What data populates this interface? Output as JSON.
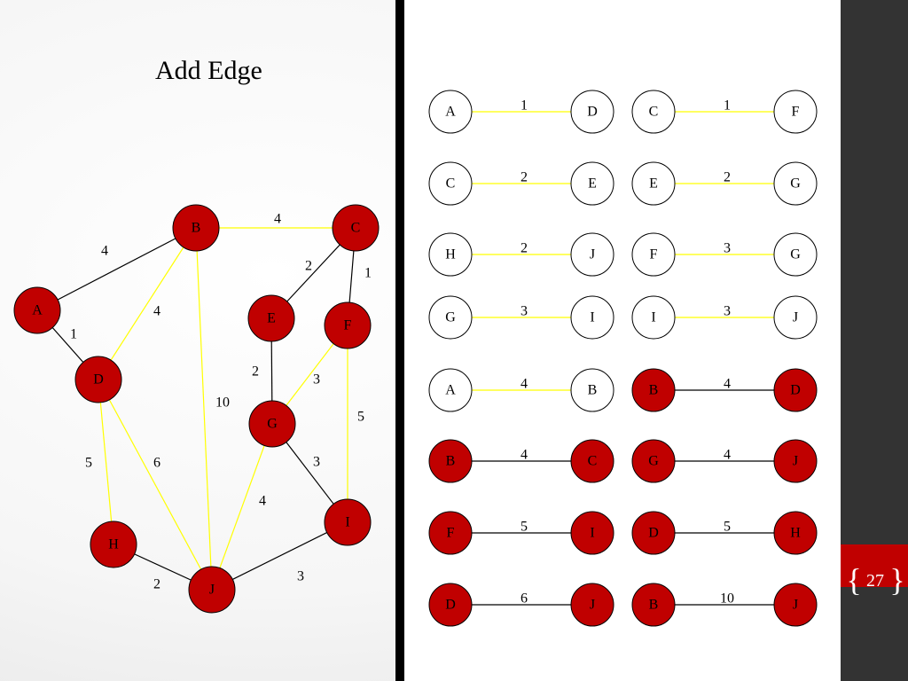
{
  "slide": {
    "title": "Add Edge",
    "page_number": "27",
    "colors": {
      "node_selected": "#c00000",
      "node_unselected": "#ffffff",
      "edge_highlight": "#ffff00",
      "edge_normal": "#000000",
      "right_bar": "#333333",
      "page_badge": "#c00000"
    }
  },
  "graph": {
    "nodes": [
      {
        "id": "A",
        "label": "A"
      },
      {
        "id": "B",
        "label": "B"
      },
      {
        "id": "C",
        "label": "C"
      },
      {
        "id": "D",
        "label": "D"
      },
      {
        "id": "E",
        "label": "E"
      },
      {
        "id": "F",
        "label": "F"
      },
      {
        "id": "G",
        "label": "G"
      },
      {
        "id": "H",
        "label": "H"
      },
      {
        "id": "I",
        "label": "I"
      },
      {
        "id": "J",
        "label": "J"
      }
    ],
    "edges": [
      {
        "from": "A",
        "to": "B",
        "weight": "4",
        "highlighted": false
      },
      {
        "from": "A",
        "to": "D",
        "weight": "1",
        "highlighted": false
      },
      {
        "from": "B",
        "to": "C",
        "weight": "4",
        "highlighted": true
      },
      {
        "from": "B",
        "to": "D",
        "weight": "4",
        "highlighted": true
      },
      {
        "from": "B",
        "to": "J",
        "weight": "10",
        "highlighted": true
      },
      {
        "from": "C",
        "to": "E",
        "weight": "2",
        "highlighted": false
      },
      {
        "from": "C",
        "to": "F",
        "weight": "1",
        "highlighted": false
      },
      {
        "from": "E",
        "to": "G",
        "weight": "2",
        "highlighted": false
      },
      {
        "from": "F",
        "to": "G",
        "weight": "3",
        "highlighted": true
      },
      {
        "from": "F",
        "to": "I",
        "weight": "5",
        "highlighted": true
      },
      {
        "from": "D",
        "to": "H",
        "weight": "5",
        "highlighted": true
      },
      {
        "from": "D",
        "to": "J",
        "weight": "6",
        "highlighted": true
      },
      {
        "from": "G",
        "to": "I",
        "weight": "3",
        "highlighted": false
      },
      {
        "from": "G",
        "to": "J",
        "weight": "4",
        "highlighted": true
      },
      {
        "from": "H",
        "to": "J",
        "weight": "2",
        "highlighted": false
      },
      {
        "from": "I",
        "to": "J",
        "weight": "3",
        "highlighted": false
      }
    ]
  },
  "edge_list": [
    {
      "from": "A",
      "to": "D",
      "weight": "1",
      "selected": false
    },
    {
      "from": "C",
      "to": "F",
      "weight": "1",
      "selected": false
    },
    {
      "from": "C",
      "to": "E",
      "weight": "2",
      "selected": false
    },
    {
      "from": "E",
      "to": "G",
      "weight": "2",
      "selected": false
    },
    {
      "from": "H",
      "to": "J",
      "weight": "2",
      "selected": false
    },
    {
      "from": "F",
      "to": "G",
      "weight": "3",
      "selected": false
    },
    {
      "from": "G",
      "to": "I",
      "weight": "3",
      "selected": false
    },
    {
      "from": "I",
      "to": "J",
      "weight": "3",
      "selected": false
    },
    {
      "from": "A",
      "to": "B",
      "weight": "4",
      "selected": false
    },
    {
      "from": "B",
      "to": "D",
      "weight": "4",
      "selected": true
    },
    {
      "from": "B",
      "to": "C",
      "weight": "4",
      "selected": true
    },
    {
      "from": "G",
      "to": "J",
      "weight": "4",
      "selected": true
    },
    {
      "from": "F",
      "to": "I",
      "weight": "5",
      "selected": true
    },
    {
      "from": "D",
      "to": "H",
      "weight": "5",
      "selected": true
    },
    {
      "from": "D",
      "to": "J",
      "weight": "6",
      "selected": true
    },
    {
      "from": "B",
      "to": "J",
      "weight": "10",
      "selected": true
    }
  ]
}
